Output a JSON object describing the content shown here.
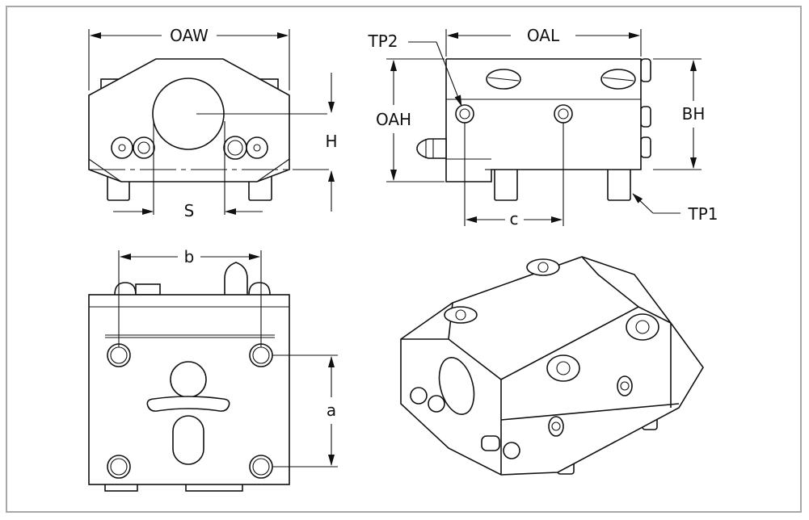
{
  "labels": {
    "oaw": "OAW",
    "s": "S",
    "h": "H",
    "tp2": "TP2",
    "oal": "OAL",
    "oah": "OAH",
    "bh": "BH",
    "c": "c",
    "tp1": "TP1",
    "b": "b",
    "a": "a"
  }
}
